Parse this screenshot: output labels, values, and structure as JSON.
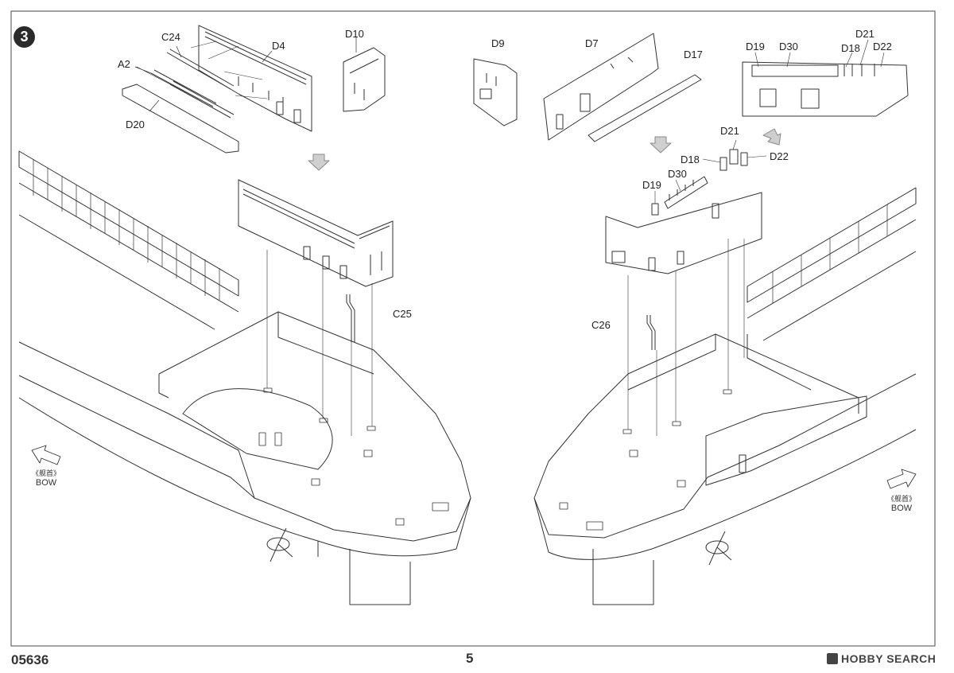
{
  "step": {
    "number": "3"
  },
  "labels": {
    "C24": "C24",
    "A2": "A2",
    "D4": "D4",
    "D10": "D10",
    "D20": "D20",
    "D9": "D9",
    "D7": "D7",
    "D17": "D17",
    "D19": "D19",
    "D30": "D30",
    "D18": "D18",
    "D21": "D21",
    "D22": "D22",
    "C25": "C25",
    "C26": "C26"
  },
  "direction_left": {
    "zh": "《舰首》",
    "en": "BOW"
  },
  "direction_right": {
    "zh": "《舰首》",
    "en": "BOW"
  },
  "footer": {
    "code": "05636",
    "page": "5",
    "watermark": "HOBBY SEARCH"
  },
  "colors": {
    "line": "#333333",
    "frame": "#555555"
  }
}
